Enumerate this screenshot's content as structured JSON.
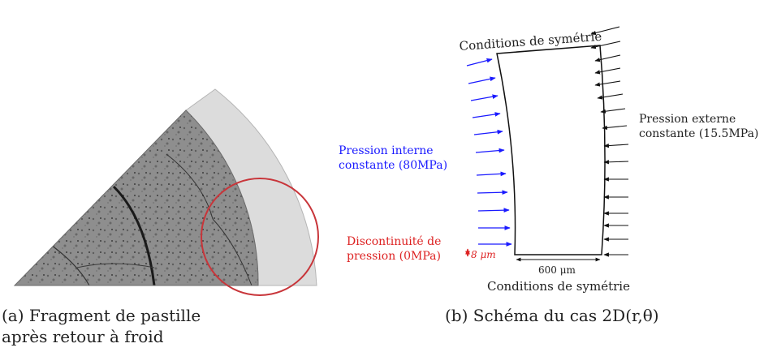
{
  "panel_a": {
    "caption_label": "(a)",
    "caption_line1": "Fragment de pastille",
    "caption_line2": "après retour à froid"
  },
  "panel_b": {
    "caption_label": "(b)",
    "caption_text": "Schéma du cas 2D(r,θ)",
    "top_label": "Conditions de symétrie",
    "bottom_label": "Conditions de symétrie",
    "width_label": "600 μm",
    "gap_label": "8 μm",
    "internal_pressure_line1": "Pression interne",
    "internal_pressure_line2": "constante (80MPa)",
    "external_pressure_line1": "Pression externe",
    "external_pressure_line2": "constante (15.5MPa)",
    "discontinuity_line1": "Discontinuité de",
    "discontinuity_line2": "pression (0MPa)"
  },
  "colors": {
    "internal_pressure": "#1a1aff",
    "discontinuity": "#dd2222",
    "external_pressure": "#111111",
    "highlight_circle": "#c8353a",
    "pellet_gray": "#8e8e8e",
    "cladding": "#dcdcdc"
  }
}
